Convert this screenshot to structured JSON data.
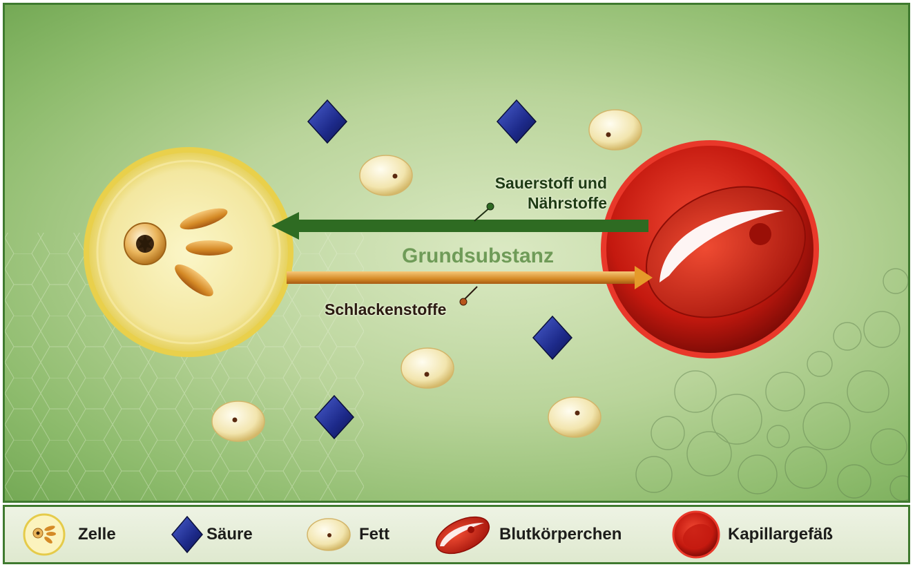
{
  "diagram": {
    "labels": {
      "oxygen_line1": "Sauerstoff und",
      "oxygen_line2": "Nährstoffe",
      "ground_substance": "Grundsubstanz",
      "waste": "Schlackenstoffe"
    },
    "colors": {
      "background": "#b9d49a",
      "frame": "#3f7a2f",
      "arrow_nutrients": "#2e6b22",
      "arrow_waste": "#e98a1c",
      "cell": "#f6eea0",
      "capillary": "#d8241c",
      "acid": "#1f2d8c",
      "fat": "#f3e8b4"
    }
  },
  "legend": {
    "items": [
      {
        "label": "Zelle",
        "icon": "cell-icon"
      },
      {
        "label": "Säure",
        "icon": "acid-diamond-icon"
      },
      {
        "label": "Fett",
        "icon": "fat-droplet-icon"
      },
      {
        "label": "Blutkörperchen",
        "icon": "blood-cell-icon"
      },
      {
        "label": "Kapillargefäß",
        "icon": "capillary-icon"
      }
    ]
  }
}
